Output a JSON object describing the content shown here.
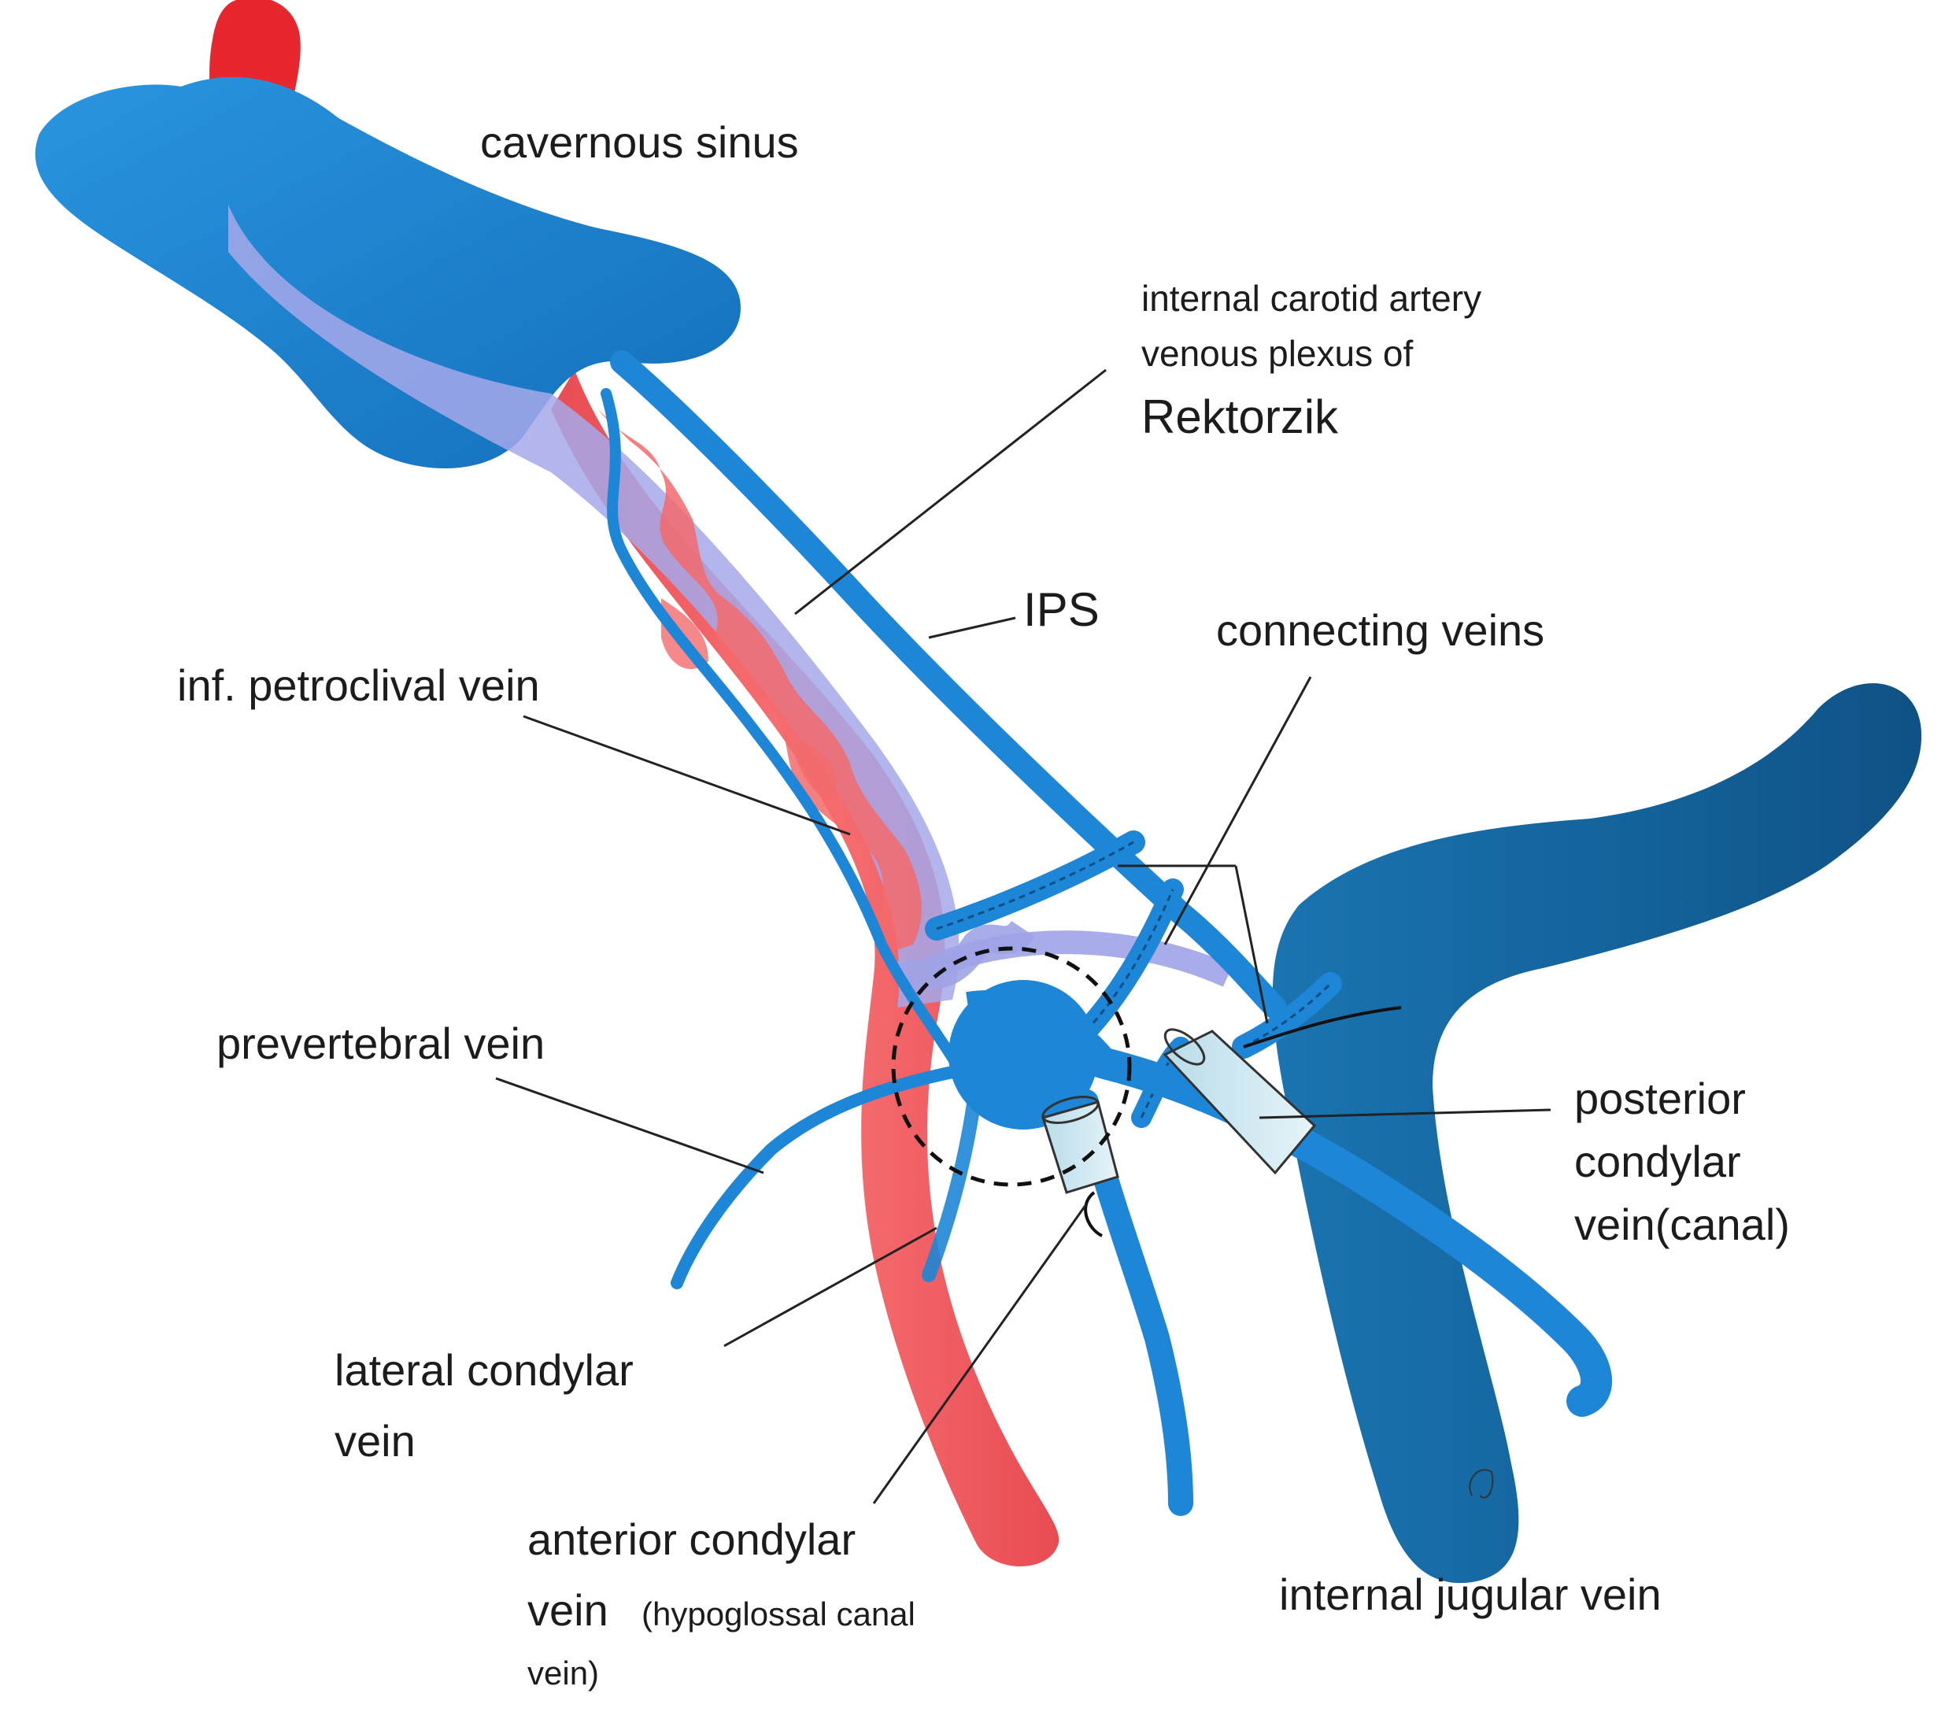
{
  "labels": {
    "cavernous_sinus": "cavernous sinus",
    "ica_line1": "internal carotid artery",
    "ica_line2": "venous plexus of",
    "ica_line3": "Rektorzik",
    "ips": "IPS",
    "connecting_veins": "connecting veins",
    "inf_petroclival": "inf. petroclival vein",
    "prevertebral": "prevertebral vein",
    "posterior_condylar_1": "posterior",
    "posterior_condylar_2": "condylar",
    "posterior_condylar_3": "vein(canal)",
    "lateral_condylar_1": "lateral condylar",
    "lateral_condylar_2": "vein",
    "anterior_condylar_1": "anterior condylar",
    "anterior_condylar_2": "vein",
    "anterior_condylar_3": "(hypoglossal canal",
    "anterior_condylar_4": "vein)",
    "internal_jugular": "internal jugular vein"
  },
  "colors": {
    "vein": "#1d86d6",
    "vein_dark": "#135f9a",
    "jugular": "#16659c",
    "artery": "#f26464",
    "artery_top": "#e8262e",
    "plexus": "#a8a8e6",
    "canal": "#c8e6f0"
  }
}
